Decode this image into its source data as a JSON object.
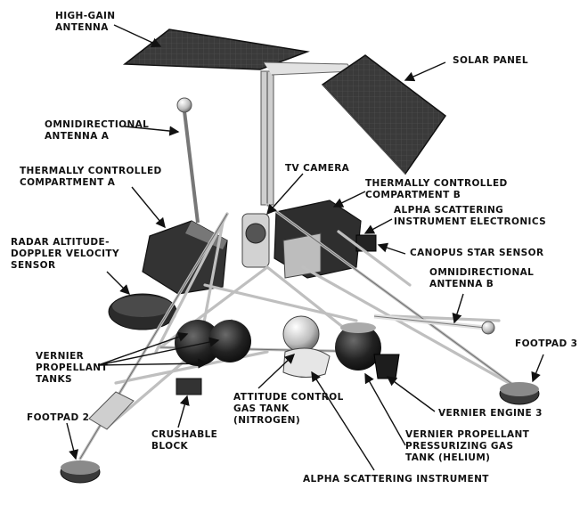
{
  "labels": {
    "high_gain_antenna": [
      "HIGH-GAIN",
      "ANTENNA"
    ],
    "solar_panel": [
      "SOLAR PANEL"
    ],
    "omni_antenna_a": [
      "OMNIDIRECTIONAL",
      "ANTENNA A"
    ],
    "thermal_compartment_a": [
      "THERMALLY CONTROLLED",
      "COMPARTMENT A"
    ],
    "tv_camera": [
      "TV CAMERA"
    ],
    "thermal_compartment_b": [
      "THERMALLY CONTROLLED",
      "COMPARTMENT B"
    ],
    "alpha_scattering_electronics": [
      "ALPHA SCATTERING",
      "INSTRUMENT ELECTRONICS"
    ],
    "canopus_star_sensor": [
      "CANOPUS STAR SENSOR"
    ],
    "radar_sensor": [
      "RADAR ALTITUDE-",
      "DOPPLER VELOCITY",
      "SENSOR"
    ],
    "omni_antenna_b": [
      "OMNIDIRECTIONAL",
      "ANTENNA B"
    ],
    "footpad_3": [
      "FOOTPAD 3"
    ],
    "vernier_propellant_tanks": [
      "VERNIER",
      "PROPELLANT",
      "TANKS"
    ],
    "attitude_control_tank": [
      "ATTITUDE CONTROL",
      "GAS TANK",
      "(NITROGEN)"
    ],
    "vernier_engine_3": [
      "VERNIER ENGINE 3"
    ],
    "footpad_2": [
      "FOOTPAD 2"
    ],
    "crushable_block": [
      "CRUSHABLE",
      "BLOCK"
    ],
    "vernier_pressurizing_tank": [
      "VERNIER PROPELLANT",
      "PRESSURIZING GAS",
      "TANK (HELIUM)"
    ],
    "alpha_scattering_instrument": [
      "ALPHA SCATTERING INSTRUMENT"
    ]
  },
  "colors": {
    "ink": "#111111",
    "panel_dark": "#2a2a2a",
    "metal_light": "#d8d8d8",
    "metal_mid": "#9a9a9a",
    "tank_dark": "#1e1e1e"
  }
}
